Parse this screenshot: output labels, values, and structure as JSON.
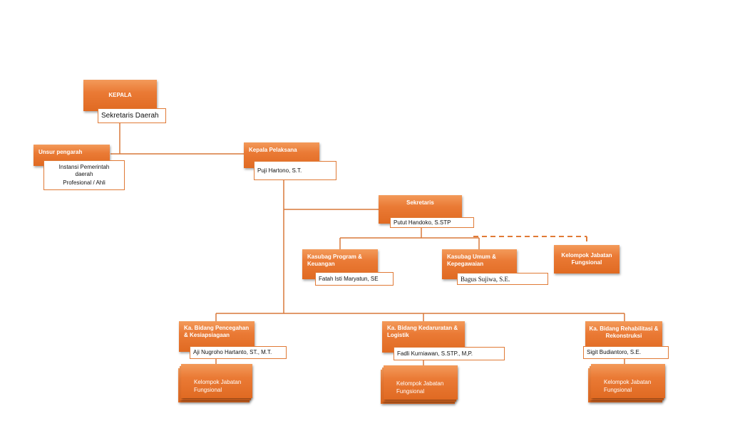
{
  "org_chart": {
    "kepala": {
      "title": "KEPALA",
      "name": "Sekretaris Daerah"
    },
    "unsur_pengarah": {
      "title": "Unsur pengarah",
      "members": [
        "Instansi Pemerintah daerah",
        "Profesional / Ahli"
      ]
    },
    "kepala_pelaksana": {
      "title": "Kepala Pelaksana",
      "name": "Puji Hartono, S.T."
    },
    "sekretaris": {
      "title": "Sekretaris",
      "name": "Putut Handoko, S.STP"
    },
    "kasubag_program": {
      "title": "Kasubag Program & Keuangan",
      "name": "Fatah Isti Maryatun, SE"
    },
    "kasubag_umum": {
      "title": "Kasubag Umum & Kepegawaian",
      "name": "Bagus Sujiwa, S.E."
    },
    "kelompok_jabatan_sekretariat": {
      "title": "Kelompok Jabatan Fungsional"
    },
    "bidang_pencegahan": {
      "title": "Ka. Bidang Pencegahan & Kesiapsiagaan",
      "name": "Aji Nugroho Hartanto, ST., M.T.",
      "group": "Kelompok Jabatan Fungsional"
    },
    "bidang_kedaruratan": {
      "title": "Ka. Bidang Kedaruratan & Logistik",
      "name": "Fadli Kurniawan, S.STP., M,P.",
      "group": "Kelompok Jabatan Fungsional"
    },
    "bidang_rehabilitasi": {
      "title": "Ka. Bidang Rehabilitasi & Rekonstruksi",
      "name": "Sigit Budiantoro, S.E.",
      "group": "Kelompok Jabatan Fungsional"
    }
  },
  "colors": {
    "box": "#ea7a35",
    "connector": "#d9793a",
    "name_border": "#e07a36"
  }
}
